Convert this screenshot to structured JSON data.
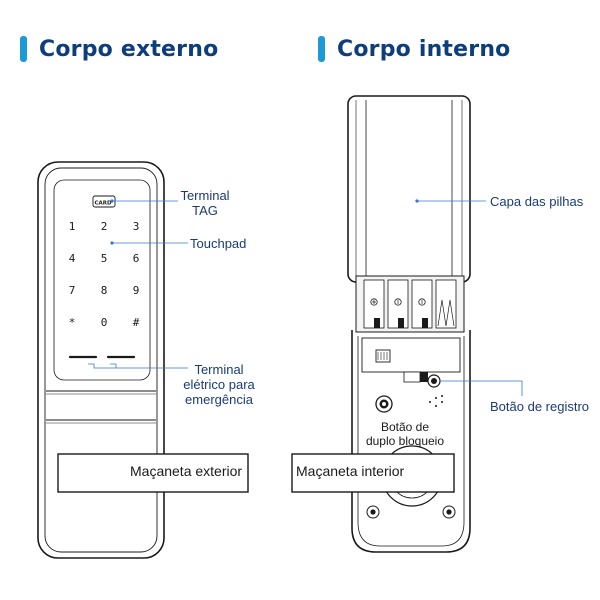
{
  "colors": {
    "accent": "#1b9ad6",
    "heading": "#0d3d7a",
    "label": "#1a3a78",
    "leader": "#3a78c8"
  },
  "headings": {
    "exterior": "Corpo externo",
    "interior": "Corpo interno"
  },
  "exterior": {
    "card_badge": "CARD",
    "keys": [
      "1",
      "2",
      "3",
      "4",
      "5",
      "6",
      "7",
      "8",
      "9",
      "*",
      "0",
      "#"
    ],
    "labels": {
      "tag_line1": "Terminal",
      "tag_line2": "TAG",
      "touchpad": "Touchpad",
      "emergency_line1": "Terminal",
      "emergency_line2": "elétrico para",
      "emergency_line3": "emergência",
      "handle": "Maçaneta exterior"
    }
  },
  "interior": {
    "labels": {
      "battery_cover": "Capa das pilhas",
      "register_button": "Botão de registro",
      "double_lock_line1": "Botão de",
      "double_lock_line2": "duplo bloqueio",
      "handle": "Maçaneta interior"
    }
  }
}
